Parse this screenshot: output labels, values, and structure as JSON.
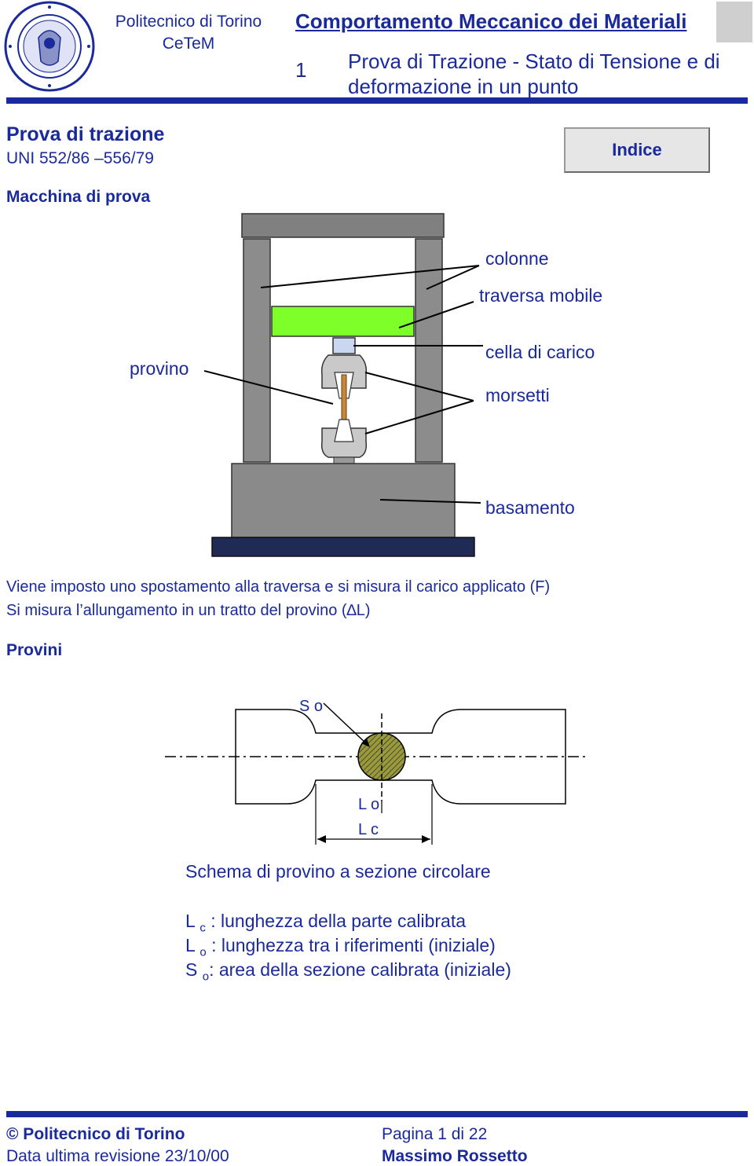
{
  "header": {
    "organization_line1": "Politecnico di Torino",
    "organization_line2": "CeTeM",
    "course_title": "Comportamento Meccanico dei Materiali",
    "chapter_number": "1",
    "chapter_title": "Prova di Trazione - Stato di Tensione e di deformazione in un punto",
    "logo_icon": "politecnico-seal-icon",
    "accent_color": "#1a2a9a"
  },
  "section": {
    "title": "Prova di trazione",
    "standard": "UNI 552/86 –556/79",
    "indice_button": "Indice"
  },
  "machine": {
    "heading": "Macchina di prova",
    "labels": {
      "colonne": "colonne",
      "traversa_mobile": "traversa mobile",
      "cella_di_carico": "cella di carico",
      "morsetti": "morsetti",
      "provino": "provino",
      "basamento": "basamento"
    },
    "crosshead_color": "#7fff2a"
  },
  "body": {
    "line1": "Viene imposto uno spostamento alla traversa e si misura il carico applicato (F)",
    "line2": "Si misura l’allungamento in un tratto del provino (∆L)",
    "provini_heading": "Provini"
  },
  "specimen": {
    "label_so": "S o",
    "label_lo": "L o",
    "label_lc": "L c",
    "caption": "Schema di provino a sezione circolare",
    "legend": [
      {
        "symbol": "L",
        "sub": "c",
        "text": " : lunghezza della parte calibrata"
      },
      {
        "symbol": "L",
        "sub": "o",
        "text": " : lunghezza tra i riferimenti (iniziale)"
      },
      {
        "symbol": "S",
        "sub": "o",
        "text": ": area della sezione calibrata (iniziale)"
      }
    ]
  },
  "footer": {
    "copyright": "© Politecnico di Torino",
    "page": "Pagina 1 di 22",
    "revision": "Data ultima revisione 23/10/00",
    "author": "Massimo Rossetto"
  }
}
